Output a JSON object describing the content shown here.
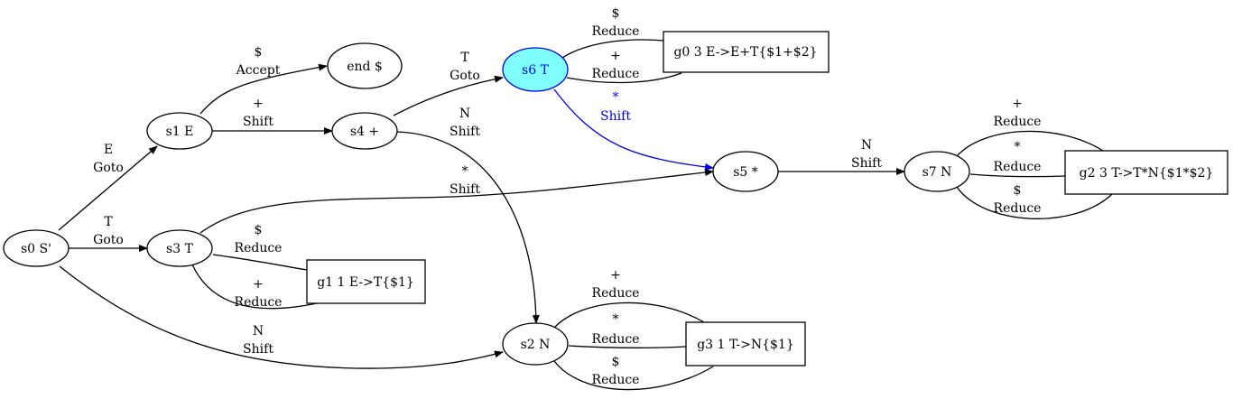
{
  "colors": {
    "highlight_fill": "#7fffff",
    "highlight_stroke": "#0000ee",
    "default_stroke": "#000000",
    "background": "#ffffff"
  },
  "nodes": {
    "s0": "s0 S'",
    "s1": "s1 E",
    "s3": "s3 T",
    "s4": "s4 +",
    "s6": "s6 T",
    "s5": "s5 *",
    "s7": "s7 N",
    "s2": "s2 N",
    "end": "end $",
    "g0": "g0 3 E->E+T{$1+$2}",
    "g1": "g1 1 E->T{$1}",
    "g2": "g2 3 T->T*N{$1*$2}",
    "g3": "g3 1 T->N{$1}"
  },
  "edges": {
    "s1_end": {
      "symbol": "$",
      "action": "Accept"
    },
    "s1_s4": {
      "symbol": "+",
      "action": "Shift"
    },
    "s0_s1": {
      "symbol": "E",
      "action": "Goto"
    },
    "s0_s3": {
      "symbol": "T",
      "action": "Goto"
    },
    "s0_s2": {
      "symbol": "N",
      "action": "Shift"
    },
    "s4_s6": {
      "symbol": "T",
      "action": "Goto"
    },
    "s4_s2": {
      "symbol": "N",
      "action": "Shift"
    },
    "s3_s5": {
      "symbol": "*",
      "action": "Shift"
    },
    "s3_g1_dollar": {
      "symbol": "$",
      "action": "Reduce"
    },
    "s3_g1_plus": {
      "symbol": "+",
      "action": "Reduce"
    },
    "s6_g0_dollar": {
      "symbol": "$",
      "action": "Reduce"
    },
    "s6_g0_plus": {
      "symbol": "+",
      "action": "Reduce"
    },
    "s6_s5": {
      "symbol": "*",
      "action": "Shift"
    },
    "s5_s7": {
      "symbol": "N",
      "action": "Shift"
    },
    "s7_g2_plus": {
      "symbol": "+",
      "action": "Reduce"
    },
    "s7_g2_star": {
      "symbol": "*",
      "action": "Reduce"
    },
    "s7_g2_dollar": {
      "symbol": "$",
      "action": "Reduce"
    },
    "s2_g3_plus": {
      "symbol": "+",
      "action": "Reduce"
    },
    "s2_g3_star": {
      "symbol": "*",
      "action": "Reduce"
    },
    "s2_g3_dollar": {
      "symbol": "$",
      "action": "Reduce"
    }
  }
}
